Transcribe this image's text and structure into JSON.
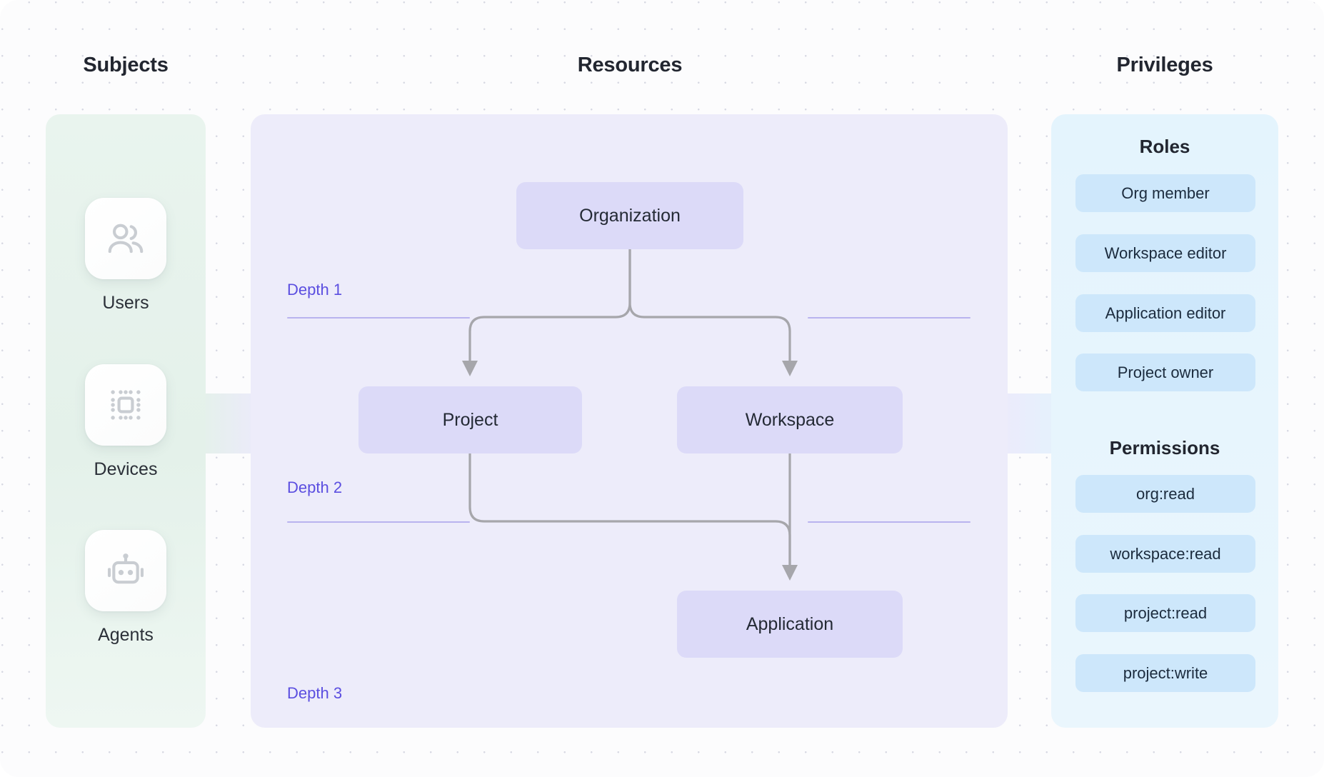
{
  "columns": {
    "subjects_title": "Subjects",
    "resources_title": "Resources",
    "privileges_title": "Privileges"
  },
  "subjects": {
    "items": [
      {
        "label": "Users",
        "icon": "users-icon"
      },
      {
        "label": "Devices",
        "icon": "cpu-chip-icon"
      },
      {
        "label": "Agents",
        "icon": "robot-icon"
      }
    ]
  },
  "resources": {
    "nodes": [
      {
        "id": "organization",
        "label": "Organization"
      },
      {
        "id": "project",
        "label": "Project"
      },
      {
        "id": "workspace",
        "label": "Workspace"
      },
      {
        "id": "application",
        "label": "Application"
      }
    ],
    "depths": [
      {
        "label": "Depth 1",
        "rule": true
      },
      {
        "label": "Depth 2",
        "rule": true
      },
      {
        "label": "Depth 3",
        "rule": false
      }
    ],
    "edges": [
      {
        "from": "organization",
        "to": "project"
      },
      {
        "from": "organization",
        "to": "workspace"
      },
      {
        "from": "project",
        "to": "application"
      },
      {
        "from": "workspace",
        "to": "application"
      }
    ]
  },
  "privileges": {
    "groups": [
      {
        "title": "Roles",
        "chips": [
          "Org member",
          "Workspace editor",
          "Application editor",
          "Project owner"
        ]
      },
      {
        "title": "Permissions",
        "chips": [
          "org:read",
          "workspace:read",
          "project:read",
          "project:write"
        ]
      }
    ]
  },
  "colors": {
    "canvas_bg": "#fcfcfd",
    "dot_grid": "#d7d9e3",
    "subjects_panel": "#e4f1ea",
    "resources_panel": "#edecfa",
    "privileges_panel": "#e4f4fd",
    "node_fill": "#dcdaf8",
    "node_text": "#242a35",
    "depth_text": "#5b4ee0",
    "depth_rule": "#b9b3ef",
    "chip_fill": "#cde7fb",
    "chip_text": "#1b2b3d",
    "connector": "#a6a6ab",
    "heading_text": "#222630"
  }
}
